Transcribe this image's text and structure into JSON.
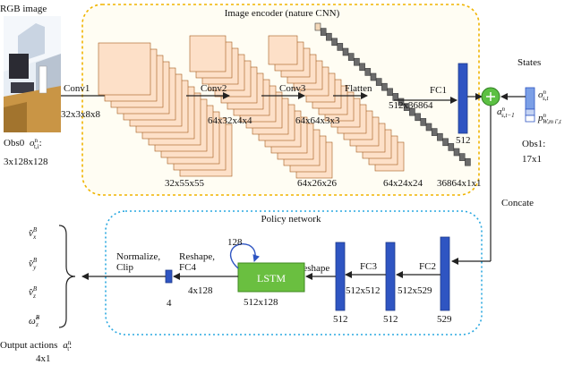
{
  "colors": {
    "encoder_border": "#f0b400",
    "encoder_fill": "#fffdf3",
    "policy_border": "#2aa8e0",
    "fc_bar": "#2f55c2",
    "fc_bar_stroke": "#1e3a8a",
    "conv_front": "#fde0c8",
    "conv_stack": "#e0873a",
    "lstm_fill": "#6abf40",
    "plus_fill": "#5cc043",
    "state_box": "#7b9fe6",
    "flatten_strip": "#6b6b6b"
  },
  "rgb": {
    "title": "RGB image",
    "obs_line1": "Obs0",
    "obs_sym": "o",
    "obs_sup": "n",
    "obs_sub": "t,i",
    "obs_colon": ":",
    "size": "3x128x128"
  },
  "encoder": {
    "title": "Image encoder (nature CNN)",
    "conv1": "Conv1",
    "conv1_size": "32x3x8x8",
    "conv2": "Conv2",
    "conv2_size": "64x32x4x4",
    "conv3": "Conv3",
    "conv3_size": "64x64x3x3",
    "flatten": "Flatten",
    "fc1": "FC1",
    "fc1_size": "512x36864",
    "fc1_out": "512",
    "map1": "32x55x55",
    "map2": "64x26x26",
    "map3": "64x24x24",
    "map4": "36864x1x1"
  },
  "states": {
    "title": "States",
    "s_sym": "o",
    "s_sup": "n",
    "s_sub": "s,t",
    "w_sym": "p",
    "w_sup": "n",
    "w_sub": "W,m i',t",
    "a_sym": "a",
    "a_sup": "n",
    "a_sub": "s,t−1",
    "obs1_line1": "Obs1:",
    "obs1_line2": "17x1"
  },
  "concate": "Concate",
  "policy": {
    "title": "Policy network",
    "fc2": "FC2",
    "fc2_size": "512x529",
    "fc2_out": "529",
    "fc3": "FC3",
    "fc3_size": "512x512",
    "fc3_out": "512",
    "bar512_out": "512",
    "reshape": "Reshape",
    "lstm": "LSTM",
    "lstm_size": "512x128",
    "lstm_loop": "128",
    "reshape_fc4_1": "Reshape,",
    "reshape_fc4_2": "FC4",
    "fc4_size": "4x128",
    "fc4_out": "4",
    "normalize_1": "Normalize,",
    "normalize_2": "Clip"
  },
  "outputs": {
    "vx_sym": "v̂",
    "vx_sup": "B",
    "vx_sub": "x",
    "vy_sym": "v̂",
    "vy_sup": "B",
    "vy_sub": "y",
    "vz_sym": "v̂",
    "vz_sup": "B",
    "vz_sub": "z",
    "wz_sym": "ω̂",
    "wz_sup": "B",
    "wz_sub": "z",
    "label_line1": "Output actions",
    "label_sym": "a",
    "label_sup": "n",
    "label_sub": "t",
    "label_colon": ":",
    "label_line2": "4x1"
  }
}
